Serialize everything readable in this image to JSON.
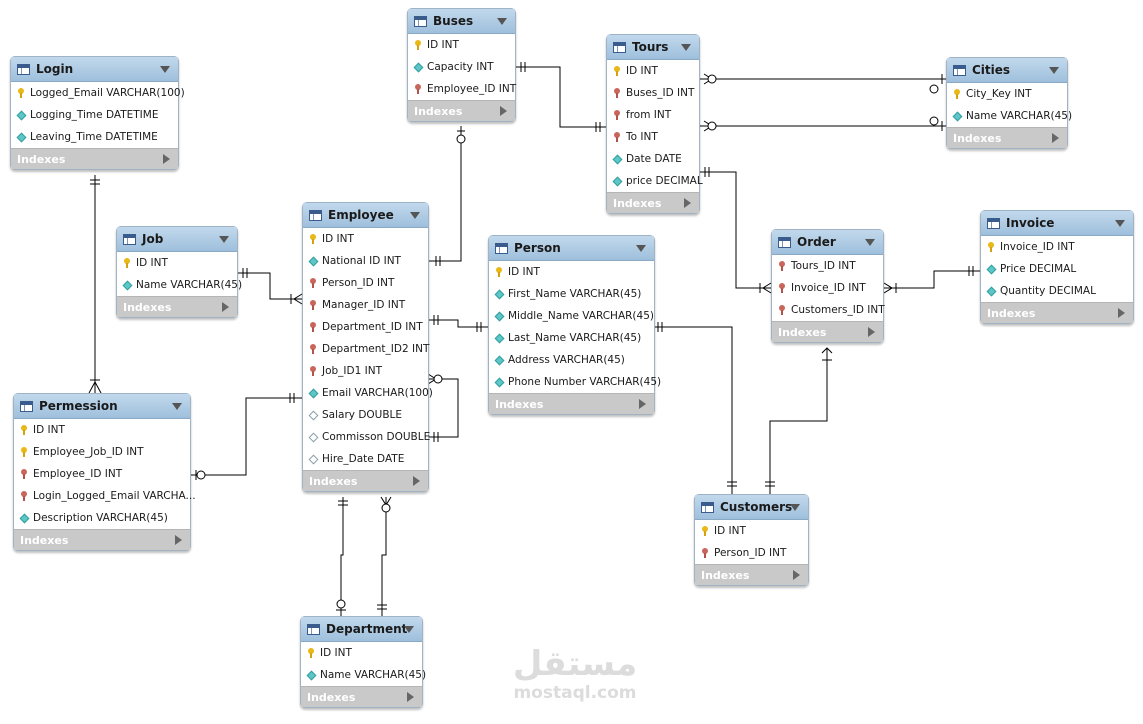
{
  "index_label": "Indexes",
  "watermark": {
    "logo": "مستقل",
    "text": "mostaql.com"
  },
  "tables": [
    {
      "id": "login",
      "name": "Login",
      "columns": [
        {
          "text": "Logged_Email VARCHAR(100)",
          "icon": "primary-key-icon"
        },
        {
          "text": "Logging_Time DATETIME",
          "icon": "not-null-column-icon"
        },
        {
          "text": "Leaving_Time DATETIME",
          "icon": "not-null-column-icon"
        }
      ]
    },
    {
      "id": "buses",
      "name": "Buses",
      "columns": [
        {
          "text": "ID INT",
          "icon": "primary-key-icon"
        },
        {
          "text": "Capacity INT",
          "icon": "not-null-column-icon"
        },
        {
          "text": "Employee_ID INT",
          "icon": "foreign-key-icon"
        }
      ]
    },
    {
      "id": "tours",
      "name": "Tours",
      "columns": [
        {
          "text": "ID INT",
          "icon": "primary-key-icon"
        },
        {
          "text": "Buses_ID INT",
          "icon": "foreign-key-icon"
        },
        {
          "text": "from INT",
          "icon": "foreign-key-icon"
        },
        {
          "text": "To INT",
          "icon": "foreign-key-icon"
        },
        {
          "text": "Date DATE",
          "icon": "not-null-column-icon"
        },
        {
          "text": "price DECIMAL",
          "icon": "not-null-column-icon"
        }
      ]
    },
    {
      "id": "cities",
      "name": "Cities",
      "columns": [
        {
          "text": "City_Key INT",
          "icon": "primary-key-icon"
        },
        {
          "text": "Name VARCHAR(45)",
          "icon": "not-null-column-icon"
        }
      ]
    },
    {
      "id": "job",
      "name": "Job",
      "columns": [
        {
          "text": "ID INT",
          "icon": "primary-key-icon"
        },
        {
          "text": "Name VARCHAR(45)",
          "icon": "not-null-column-icon"
        }
      ]
    },
    {
      "id": "employee",
      "name": "Employee",
      "columns": [
        {
          "text": "ID INT",
          "icon": "primary-key-icon"
        },
        {
          "text": "National ID INT",
          "icon": "not-null-column-icon"
        },
        {
          "text": "Person_ID INT",
          "icon": "foreign-key-icon"
        },
        {
          "text": "Manager_ID INT",
          "icon": "foreign-key-icon"
        },
        {
          "text": "Department_ID INT",
          "icon": "foreign-key-icon"
        },
        {
          "text": "Department_ID2 INT",
          "icon": "foreign-key-icon"
        },
        {
          "text": "Job_ID1 INT",
          "icon": "foreign-key-icon"
        },
        {
          "text": "Email VARCHAR(100)",
          "icon": "not-null-column-icon"
        },
        {
          "text": "Salary DOUBLE",
          "icon": "nullable-column-icon"
        },
        {
          "text": "Commisson DOUBLE",
          "icon": "nullable-column-icon"
        },
        {
          "text": "Hire_Date DATE",
          "icon": "nullable-column-icon"
        }
      ]
    },
    {
      "id": "person",
      "name": "Person",
      "columns": [
        {
          "text": "ID INT",
          "icon": "primary-key-icon"
        },
        {
          "text": "First_Name VARCHAR(45)",
          "icon": "not-null-column-icon"
        },
        {
          "text": "Middle_Name VARCHAR(45)",
          "icon": "not-null-column-icon"
        },
        {
          "text": "Last_Name VARCHAR(45)",
          "icon": "not-null-column-icon"
        },
        {
          "text": "Address VARCHAR(45)",
          "icon": "not-null-column-icon"
        },
        {
          "text": "Phone Number VARCHAR(45)",
          "icon": "not-null-column-icon"
        }
      ]
    },
    {
      "id": "order",
      "name": "Order",
      "columns": [
        {
          "text": "Tours_ID INT",
          "icon": "foreign-key-icon"
        },
        {
          "text": "Invoice_ID INT",
          "icon": "foreign-key-icon"
        },
        {
          "text": "Customers_ID INT",
          "icon": "foreign-key-icon"
        }
      ]
    },
    {
      "id": "invoice",
      "name": "Invoice",
      "columns": [
        {
          "text": "Invoice_ID INT",
          "icon": "primary-key-icon"
        },
        {
          "text": "Price DECIMAL",
          "icon": "not-null-column-icon"
        },
        {
          "text": "Quantity DECIMAL",
          "icon": "not-null-column-icon"
        }
      ]
    },
    {
      "id": "permession",
      "name": "Permession",
      "columns": [
        {
          "text": "ID INT",
          "icon": "primary-key-icon"
        },
        {
          "text": "Employee_Job_ID INT",
          "icon": "primary-key-icon"
        },
        {
          "text": "Employee_ID INT",
          "icon": "foreign-key-icon"
        },
        {
          "text": "Login_Logged_Email VARCHA...",
          "icon": "foreign-key-icon"
        },
        {
          "text": "Description VARCHAR(45)",
          "icon": "not-null-column-icon"
        }
      ]
    },
    {
      "id": "customers",
      "name": "Customers",
      "columns": [
        {
          "text": "ID INT",
          "icon": "primary-key-icon"
        },
        {
          "text": "Person_ID INT",
          "icon": "foreign-key-icon"
        }
      ]
    },
    {
      "id": "department",
      "name": "Department",
      "columns": [
        {
          "text": "ID INT",
          "icon": "primary-key-icon"
        },
        {
          "text": "Name VARCHAR(45)",
          "icon": "not-null-column-icon"
        }
      ]
    }
  ]
}
